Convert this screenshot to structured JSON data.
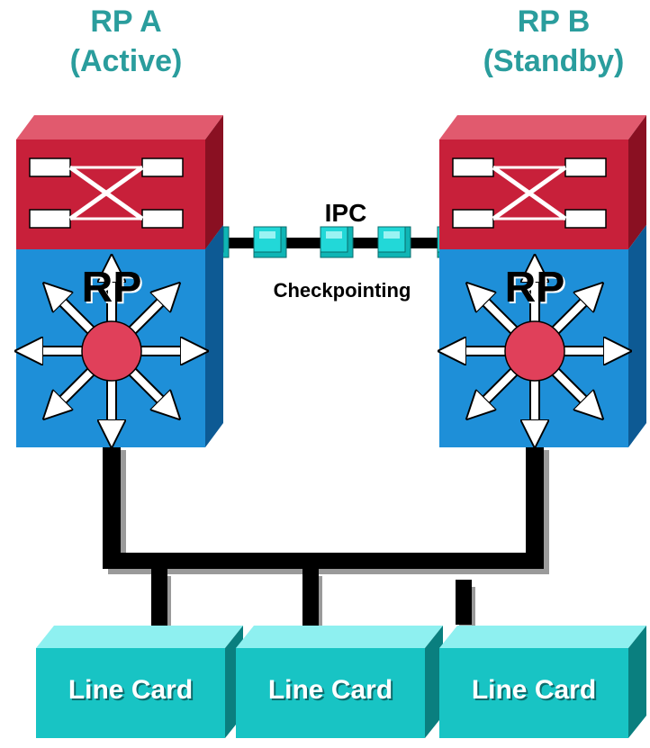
{
  "rp_a": {
    "name": "RP A",
    "state": "(Active)",
    "label": "RP"
  },
  "rp_b": {
    "name": "RP B",
    "state": "(Standby)",
    "label": "RP"
  },
  "link": {
    "top_label": "IPC",
    "bottom_label": "Checkpointing"
  },
  "line_cards": [
    {
      "label": "Line Card"
    },
    {
      "label": "Line Card"
    },
    {
      "label": "Line Card"
    }
  ],
  "colors": {
    "title_teal": "#2a9d9d",
    "switch_red": "#c8203a",
    "rp_blue": "#1e8fd8",
    "hub_red": "#e0405a",
    "card_cyan": "#18c4c4",
    "bus_black": "#000000"
  }
}
